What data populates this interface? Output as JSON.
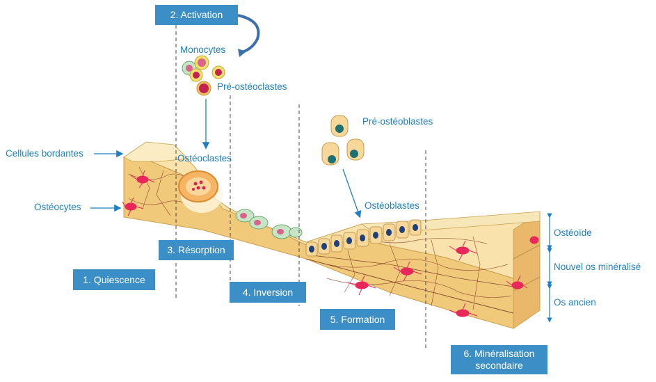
{
  "steps": {
    "s1": "1. Quiescence",
    "s2": "2. Activation",
    "s3": "3. Résorption",
    "s4": "4. Inversion",
    "s5": "5. Formation",
    "s6_line1": "6. Minéralisation",
    "s6_line2": "secondaire"
  },
  "labels": {
    "monocytes": "Monocytes",
    "pre_osteoclasts": "Pré-ostéoclastes",
    "osteoclasts": "Ostéoclastes",
    "pre_osteoblasts": "Pré-ostéoblastes",
    "osteoblasts": "Ostéoblastes",
    "lining_cells": "Cellules bordantes",
    "osteocytes": "Ostéocytes"
  },
  "layers": {
    "osteoid": "Ostéoïde",
    "new_bone": "Nouvel os minéralisé",
    "old_bone": "Os ancien"
  },
  "colors": {
    "step_box": "#3b8fc6",
    "label_text": "#1f7fc1",
    "bone_top": "#f7dca0",
    "bone_front": "#f1c97a",
    "osteocyte": "#e8285a",
    "nucleus": "#1f3f78"
  }
}
